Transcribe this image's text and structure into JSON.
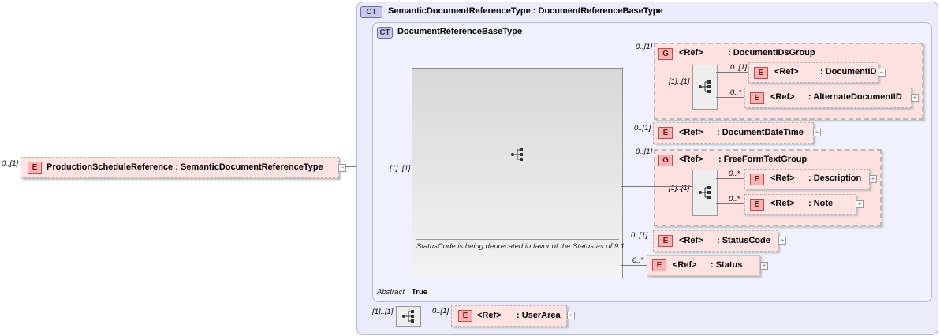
{
  "root": {
    "occurrence": "0..[1]",
    "badge": "E",
    "label": "ProductionScheduleReference : SemanticDocumentReferenceType"
  },
  "outer_type": {
    "badge": "CT",
    "title": "SemanticDocumentReferenceType : DocumentReferenceBaseType",
    "sequence_occurrence": "[1]..[1]"
  },
  "inner_type": {
    "badge": "CT",
    "title": "DocumentReferenceBaseType",
    "sequence_occurrence": "[1]..[1]",
    "documentation": "StatusCode is being deprecated in favor of the Status as of 9.1.",
    "abstract_label": "Abstract",
    "abstract_value": "True"
  },
  "groups": [
    {
      "occurrence": "0..[1]",
      "badge": "G",
      "ref": "<Ref>",
      "name": ": DocumentIDsGroup",
      "sequence_occurrence": "[1]..[1]",
      "children": [
        {
          "occurrence": "0..[1]",
          "badge": "E",
          "ref": "<Ref>",
          "name": ": DocumentID"
        },
        {
          "occurrence": "0..*",
          "badge": "E",
          "ref": "<Ref>",
          "name": ": AlternateDocumentID"
        }
      ]
    },
    {
      "occurrence": "0..[1]",
      "badge": "G",
      "ref": "<Ref>",
      "name": ": FreeFormTextGroup",
      "sequence_occurrence": "[1]..[1]",
      "children": [
        {
          "occurrence": "0..*",
          "badge": "E",
          "ref": "<Ref>",
          "name": ": Description"
        },
        {
          "occurrence": "0..*",
          "badge": "E",
          "ref": "<Ref>",
          "name": ": Note"
        }
      ]
    }
  ],
  "elements": [
    {
      "occurrence": "0..[1]",
      "badge": "E",
      "ref": "<Ref>",
      "name": ": DocumentDateTime"
    },
    {
      "occurrence": "0..[1]",
      "badge": "E",
      "ref": "<Ref>",
      "name": ": StatusCode"
    },
    {
      "occurrence": "0..*",
      "badge": "E",
      "ref": "<Ref>",
      "name": ": Status"
    },
    {
      "occurrence": "0..[1]",
      "badge": "E",
      "ref": "<Ref>",
      "name": ": UserArea"
    }
  ]
}
